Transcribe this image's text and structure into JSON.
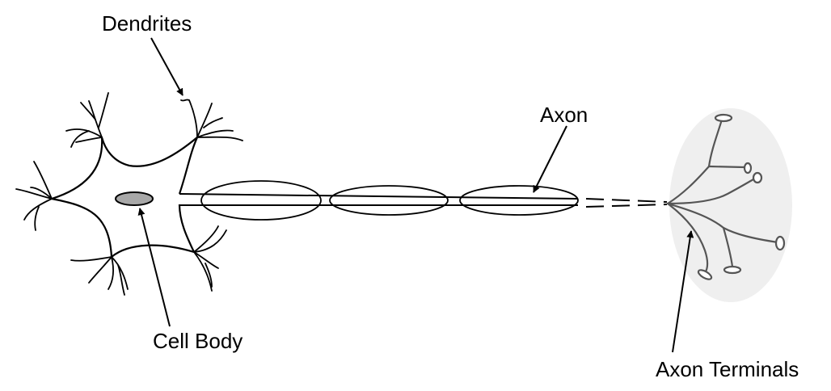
{
  "labels": {
    "dendrites": "Dendrites",
    "axon": "Axon",
    "cell_body": "Cell Body",
    "axon_terminals": "Axon Terminals"
  },
  "colors": {
    "stroke": "#000000",
    "nucleus_fill": "#a8a8a8",
    "terminal_region_fill": "#efefef",
    "terminal_stroke": "#555555"
  }
}
